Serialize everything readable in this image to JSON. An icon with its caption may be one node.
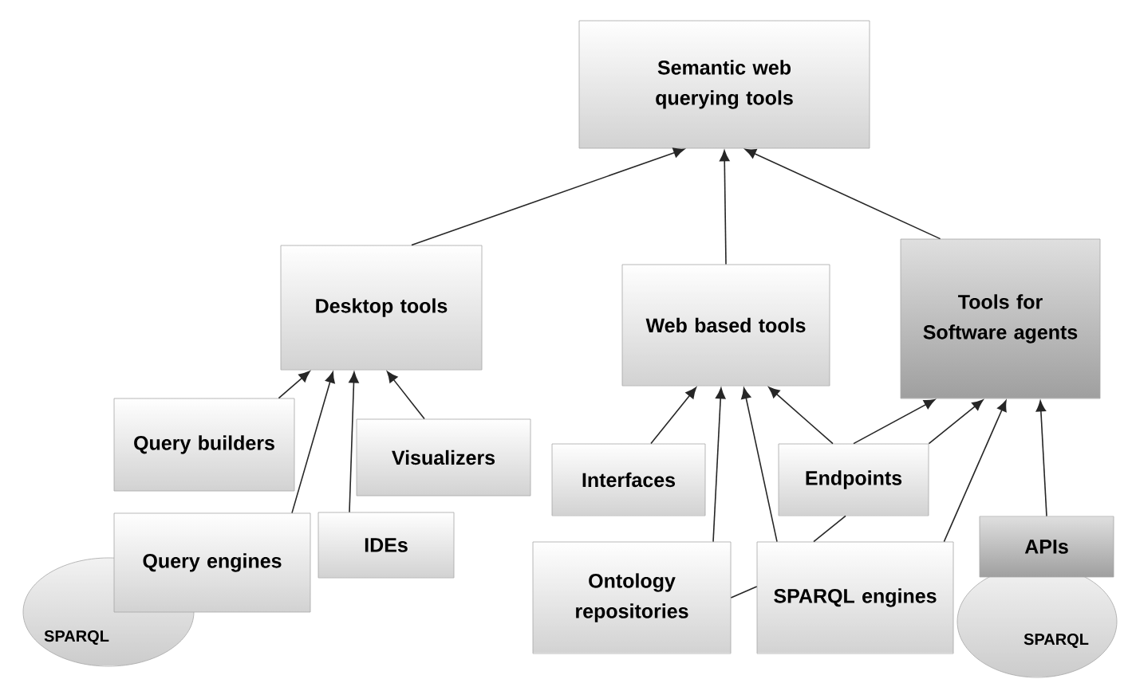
{
  "diagram": {
    "nodes": [
      {
        "text": [
          "Semantic web querying tools"
        ]
      },
      {
        "text": [
          "Desktop tools"
        ]
      },
      {
        "text": [
          "Web based tools"
        ]
      },
      {
        "text": [
          "Tools for Software agents"
        ]
      },
      {
        "text": [
          "Query builders"
        ]
      },
      {
        "text": [
          "Visualizers"
        ]
      },
      {
        "text": [
          "Query engines"
        ]
      },
      {
        "text": [
          "IDEs"
        ]
      },
      {
        "text": [
          "Interfaces"
        ]
      },
      {
        "text": [
          "Endpoints"
        ]
      },
      {
        "text": [
          "Ontology repositories"
        ]
      },
      {
        "text": [
          "SPARQL engines"
        ]
      },
      {
        "text": [
          "APIs"
        ]
      },
      {
        "text": [
          "SPARQL"
        ]
      },
      {
        "text": [
          "SPARQL"
        ]
      }
    ],
    "edges": [
      {
        "from": 1,
        "to": 0,
        "arrow": "to"
      },
      {
        "from": 2,
        "to": 0,
        "arrow": "to"
      },
      {
        "from": 3,
        "to": 0,
        "arrow": "to"
      },
      {
        "from": 4,
        "to": 1,
        "arrow": "to"
      },
      {
        "from": 6,
        "to": 1,
        "arrow": "to"
      },
      {
        "from": 7,
        "to": 1,
        "arrow": "to"
      },
      {
        "from": 5,
        "to": 1,
        "arrow": "to"
      },
      {
        "from": 8,
        "to": 2,
        "arrow": "to"
      },
      {
        "from": 10,
        "to": 2,
        "arrow": "to"
      },
      {
        "from": 11,
        "to": 2,
        "arrow": "to"
      },
      {
        "from": 9,
        "to": 2,
        "arrow": "to"
      },
      {
        "from": 9,
        "to": 3,
        "arrow": "to"
      },
      {
        "from": 9,
        "to": 3,
        "arrow": "to"
      },
      {
        "from": 11,
        "to": 3,
        "arrow": "to"
      },
      {
        "from": 12,
        "to": 3,
        "arrow": "to"
      },
      {
        "from": 11,
        "to": 9,
        "arrow": "none"
      },
      {
        "from": 10,
        "to": 11,
        "arrow": "none"
      }
    ]
  }
}
